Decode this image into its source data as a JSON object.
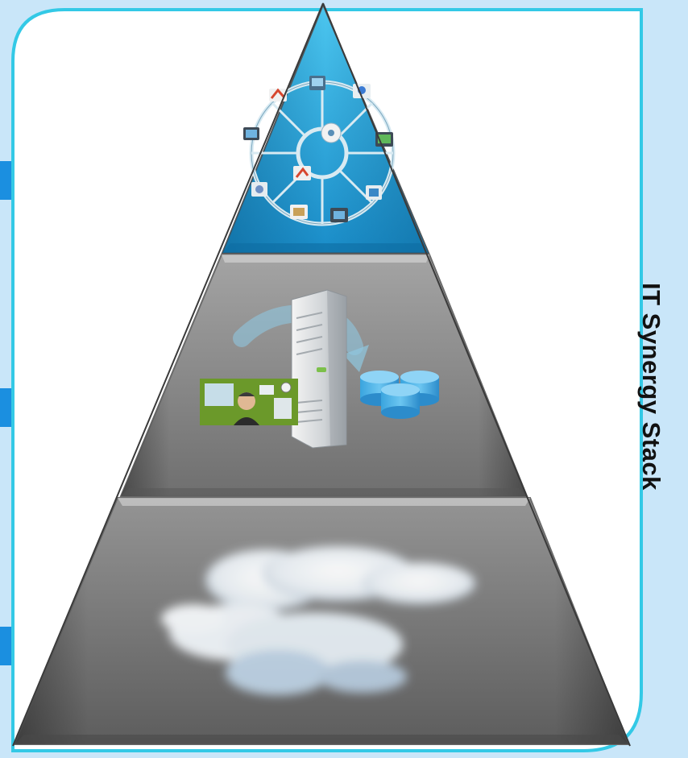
{
  "title": "IT Synergy Stack",
  "layers": [
    {
      "position": "top",
      "icon": "network-ring-icon",
      "fill": "#2aa7dc"
    },
    {
      "position": "middle",
      "icon": "server-migration-icon",
      "fill": "#8c8c8c"
    },
    {
      "position": "bottom",
      "icon": "cloud-icon",
      "fill": "#7d7d7d"
    }
  ],
  "colors": {
    "background": "#c9e6f9",
    "panel": "#ffffff",
    "panel_border": "#33c9e6",
    "arrow": "#1b8fe0"
  }
}
